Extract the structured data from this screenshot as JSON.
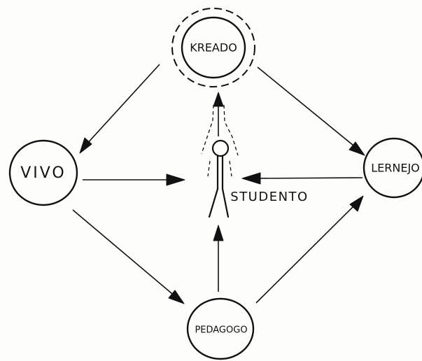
{
  "nodes": {
    "kreado": "KREADO",
    "vivo": "VIVO",
    "lernejo": "LERNEJO",
    "pedagogo": "PEDAGOGO",
    "studento": "STUDENTO"
  }
}
